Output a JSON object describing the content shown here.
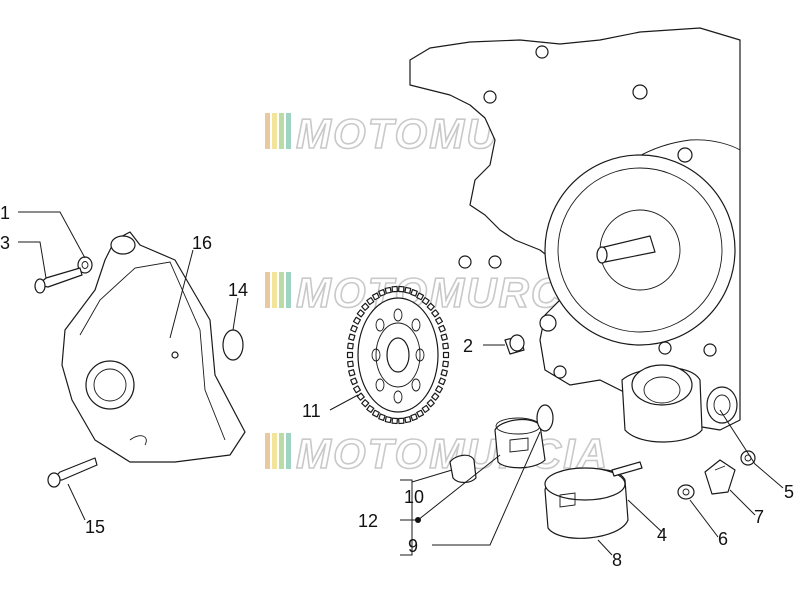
{
  "watermark": {
    "text": "MOTOMURCIA",
    "stripe_colors": [
      "#e8c9a0",
      "#f2e49a",
      "#b9dca6",
      "#9fd3c2"
    ]
  },
  "callouts": [
    {
      "id": "1",
      "label": "1"
    },
    {
      "id": "2",
      "label": "2"
    },
    {
      "id": "3",
      "label": "3"
    },
    {
      "id": "4",
      "label": "4"
    },
    {
      "id": "5",
      "label": "5"
    },
    {
      "id": "6",
      "label": "6"
    },
    {
      "id": "7",
      "label": "7"
    },
    {
      "id": "8",
      "label": "8"
    },
    {
      "id": "9",
      "label": "9"
    },
    {
      "id": "10",
      "label": "10"
    },
    {
      "id": "11",
      "label": "11"
    },
    {
      "id": "12",
      "label": "12"
    },
    {
      "id": "14",
      "label": "14"
    },
    {
      "id": "15",
      "label": "15"
    },
    {
      "id": "16",
      "label": "16"
    }
  ]
}
